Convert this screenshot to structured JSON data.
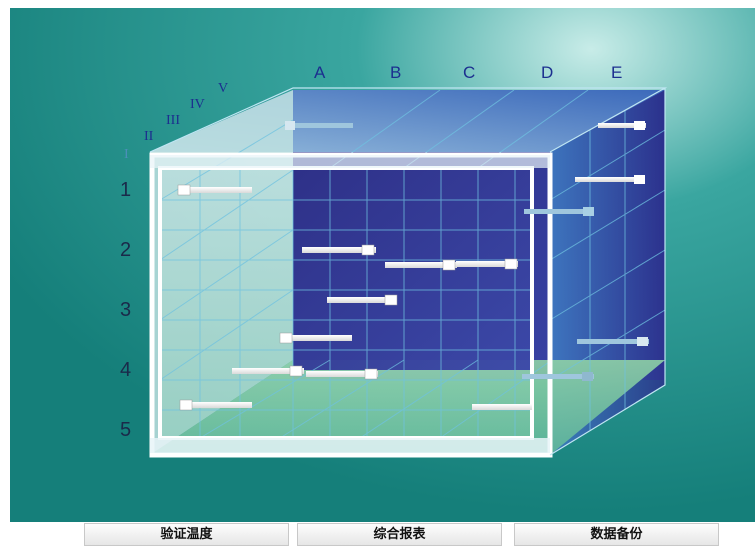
{
  "grid": {
    "columns": [
      "A",
      "B",
      "C",
      "D",
      "E"
    ],
    "rows": [
      "1",
      "2",
      "3",
      "4",
      "5"
    ],
    "layers": [
      "I",
      "II",
      "III",
      "IV",
      "V"
    ]
  },
  "buttons": [
    {
      "label": "验证温度"
    },
    {
      "label": "综合报表"
    },
    {
      "label": "数据备份"
    }
  ],
  "colors": {
    "background": "#1f8a86",
    "front_panel": "#dfeee6",
    "grid_back": "#2a2f8a",
    "grid_line": "#6fc2e0",
    "frame": "#ffffff",
    "label_dark": "#1a2a4a",
    "label_blue": "#1c2f8f"
  }
}
